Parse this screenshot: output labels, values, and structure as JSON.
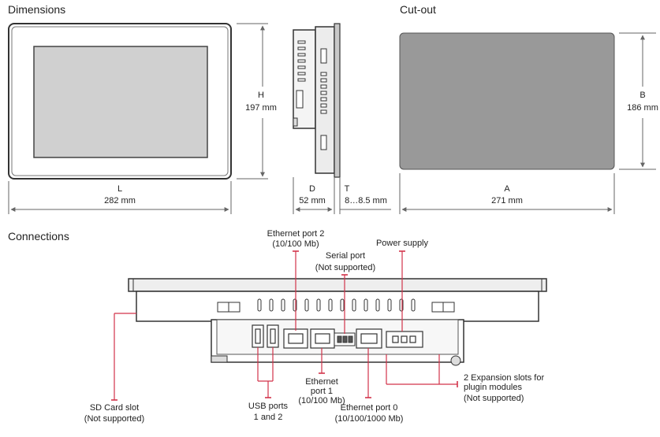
{
  "sections": {
    "dimensions": "Dimensions",
    "cutout": "Cut-out",
    "connections": "Connections"
  },
  "dims": {
    "H_letter": "H",
    "H_value": "197 mm",
    "L_letter": "L",
    "L_value": "282 mm",
    "D_letter": "D",
    "D_value": "52 mm",
    "T_letter": "T",
    "T_value": "8…8.5 mm",
    "A_letter": "A",
    "A_value": "271 mm",
    "B_letter": "B",
    "B_value": "186 mm"
  },
  "connections": {
    "eth2_l1": "Ethernet port 2",
    "eth2_l2": "(10/100 Mb)",
    "serial_l1": "Serial port",
    "serial_l2": "(Not supported)",
    "power": "Power supply",
    "sd_l1": "SD Card slot",
    "sd_l2": "(Not supported)",
    "usb_l1": "USB ports",
    "usb_l2": "1 and 2",
    "eth1_l1": "Ethernet",
    "eth1_l2": "port 1",
    "eth1_l3": "(10/100 Mb)",
    "eth0_l1": "Ethernet port 0",
    "eth0_l2": "(10/100/1000 Mb)",
    "exp_l1": "2 Expansion slots for",
    "exp_l2": "plugin modules",
    "exp_l3": "(Not supported)"
  },
  "colors": {
    "callout": "#d2334a",
    "cutout_fill": "#999999",
    "screen_fill": "#d0d0d0"
  }
}
